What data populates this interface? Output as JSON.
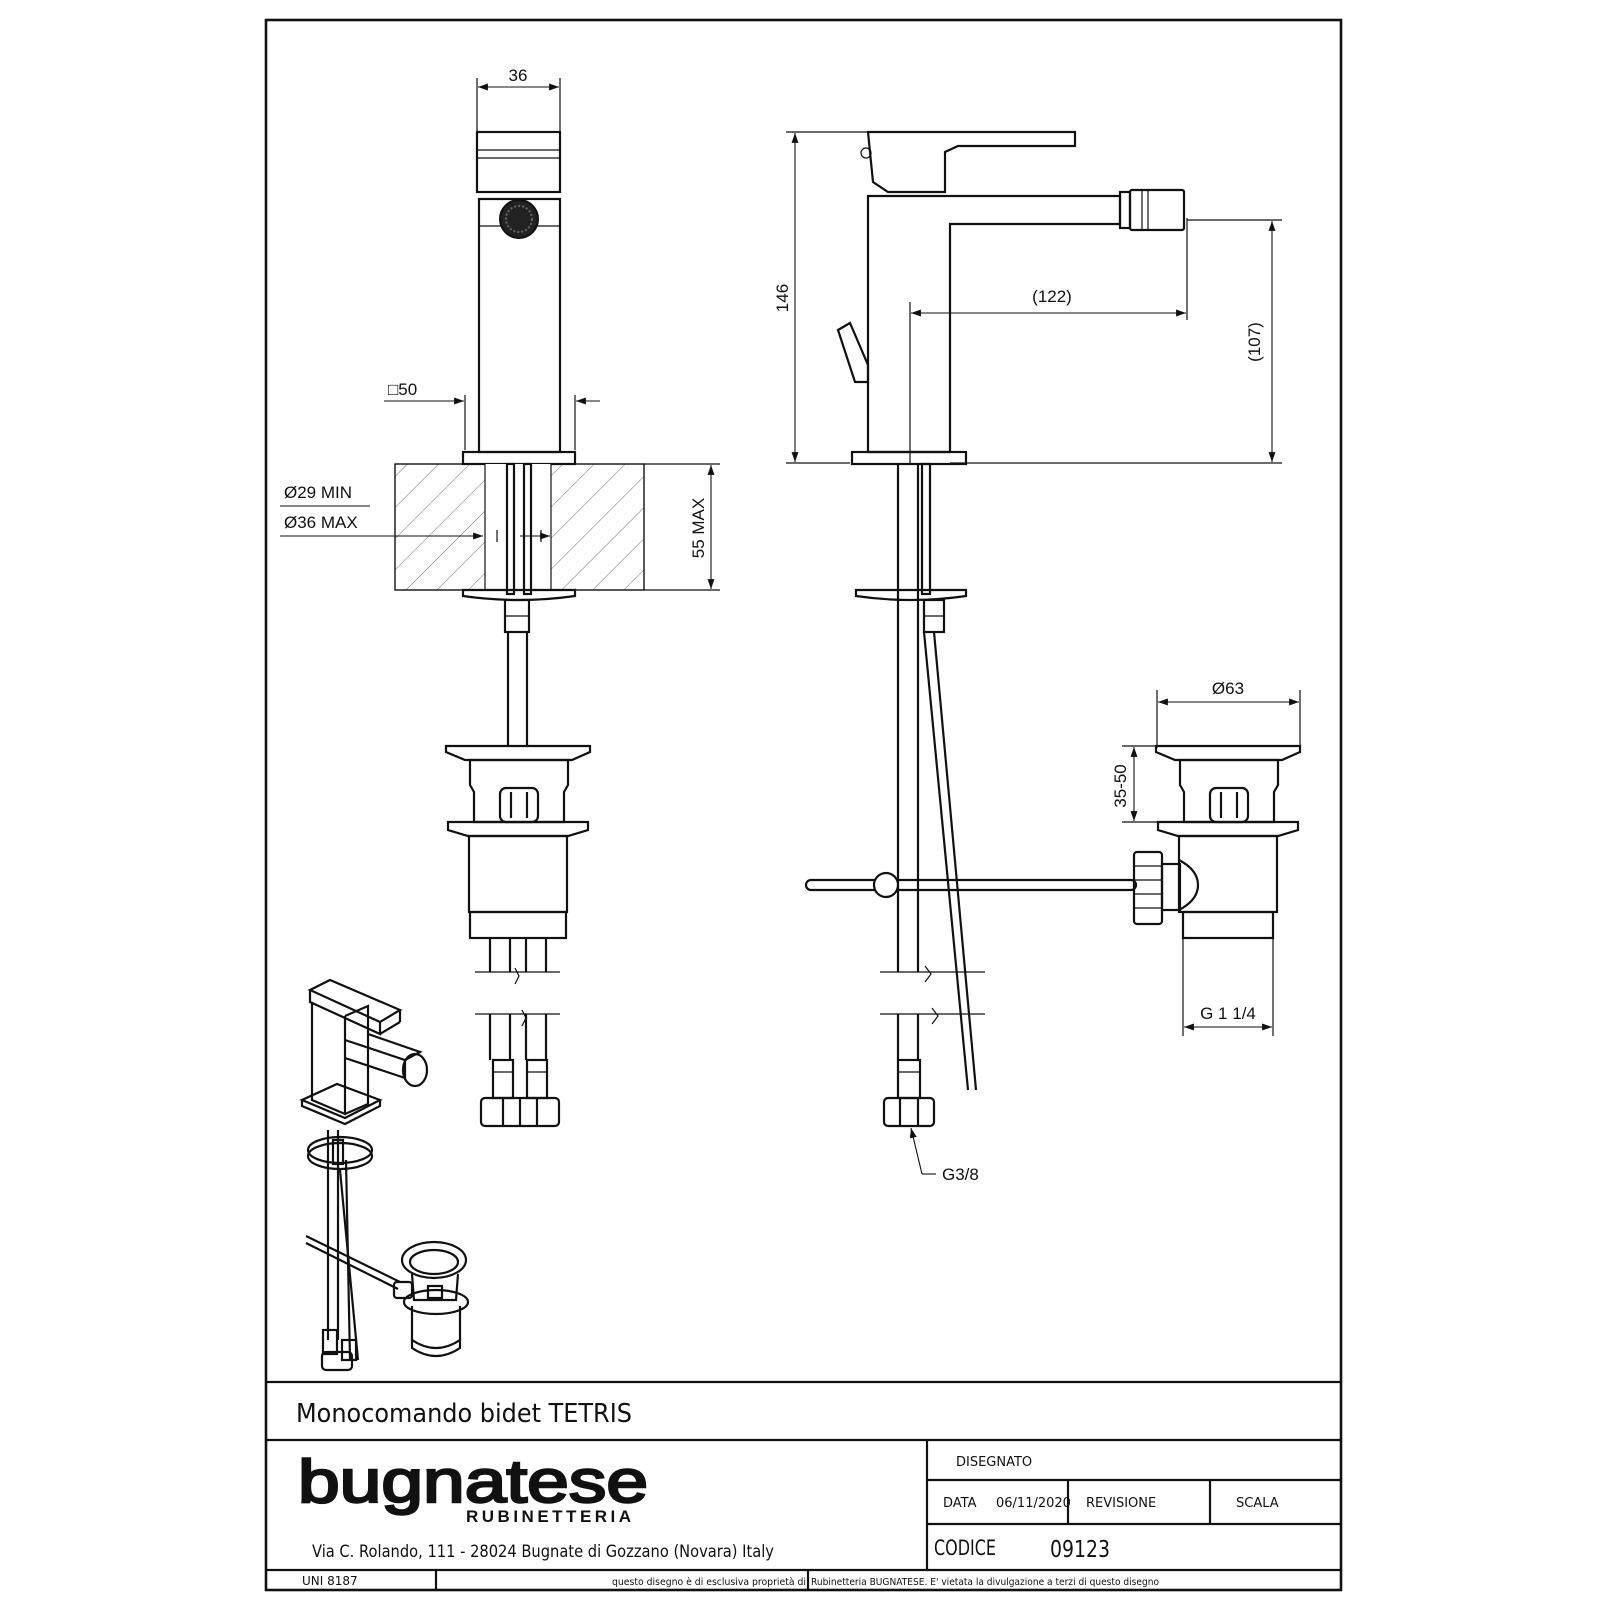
{
  "dimensions": {
    "width_top": "36",
    "square_base": "□50",
    "hole_min": "Ø29 MIN",
    "hole_max": "Ø36 MAX",
    "deck_max": "55 MAX",
    "height_total": "146",
    "spout_reach": "(122)",
    "spout_height": "(107)",
    "waste_diameter": "Ø63",
    "waste_height": "35-50",
    "waste_thread": "G 1 1/4",
    "supply_thread": "G3/8"
  },
  "title_block": {
    "product_title": "Monocomando bidet TETRIS",
    "brand_name": "bugnatese",
    "brand_sub": "RUBINETTERIA",
    "address": "Via C. Rolando, 111 - 28024 Bugnate di Gozzano (Novara) Italy",
    "disegnato_label": "DISEGNATO",
    "data_label": "DATA",
    "data_value": "06/11/2020",
    "revisione_label": "REVISIONE",
    "scala_label": "SCALA",
    "codice_label": "CODICE",
    "codice_value": "09123",
    "norm": "UNI 8187",
    "disclaimer_left": "questo disegno è di esclusiva proprietà di",
    "disclaimer_right": "Rubinetteria BUGNATESE. E' vietata la divulgazione a terzi di questo disegno"
  }
}
